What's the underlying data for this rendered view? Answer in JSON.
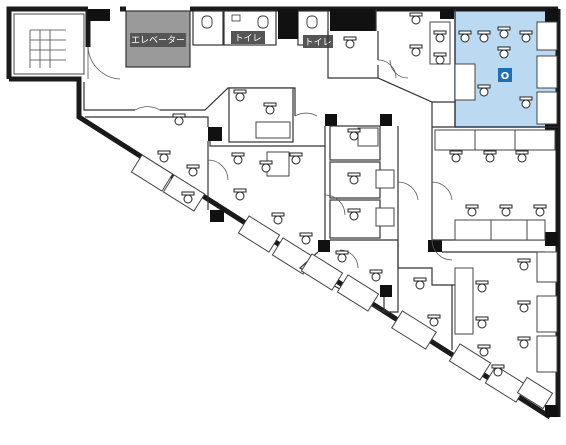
{
  "labels": {
    "elevator": "エレベーター",
    "toilet_a": "トイレ",
    "toilet_b": "トイレ",
    "marker": "O"
  },
  "colors": {
    "highlight_fill": "#bcd9f2",
    "highlight_stroke": "#4a90d9",
    "elevator_fill": "#9a9a9a",
    "label_bg": "#555555",
    "marker_bg": "#1f6fb3"
  },
  "icons": [
    "chair-icon",
    "stairs-icon",
    "toilet-icon",
    "sink-icon"
  ]
}
